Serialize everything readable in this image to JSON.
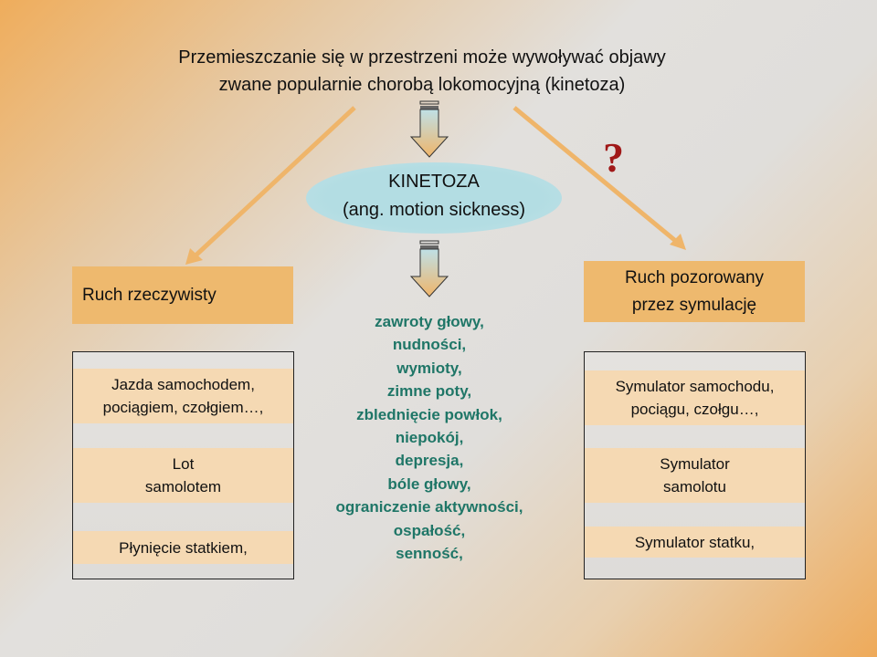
{
  "title": {
    "line1": "Przemieszczanie się w przestrzeni może wywoływać objawy",
    "line2": "zwane popularnie chorobą lokomocyjną (kinetoza)"
  },
  "center": {
    "line1": "KINETOZA",
    "line2": "(ang. motion sickness)"
  },
  "question_mark": "?",
  "left": {
    "header": "Ruch rzeczywisty",
    "items": [
      {
        "line1": "Jazda  samochodem,",
        "line2": "pociągiem,  czołgiem…,"
      },
      {
        "line1": "Lot",
        "line2": "samolotem"
      },
      {
        "line1": "Płynięcie statkiem,",
        "line2": ""
      }
    ]
  },
  "right": {
    "header_line1": "Ruch pozorowany",
    "header_line2": "przez  symulację",
    "items": [
      {
        "line1": "Symulator  samochodu,",
        "line2": "pociągu,  czołgu…,"
      },
      {
        "line1": "Symulator",
        "line2": "samolotu"
      },
      {
        "line1": "Symulator  statku,",
        "line2": ""
      }
    ]
  },
  "symptoms": [
    "zawroty głowy,",
    "nudności,",
    "wymioty,",
    "zimne poty,",
    "zblednięcie powłok,",
    "niepokój,",
    "depresja,",
    "bóle głowy,",
    "ograniczenie aktywności,",
    "ospałość,",
    "senność,"
  ],
  "colors": {
    "orange": "#eeb96e",
    "band": "#f5d9b3",
    "ellipse": "#b3dde3",
    "symptom_text": "#1f7667",
    "question": "#a01818"
  }
}
